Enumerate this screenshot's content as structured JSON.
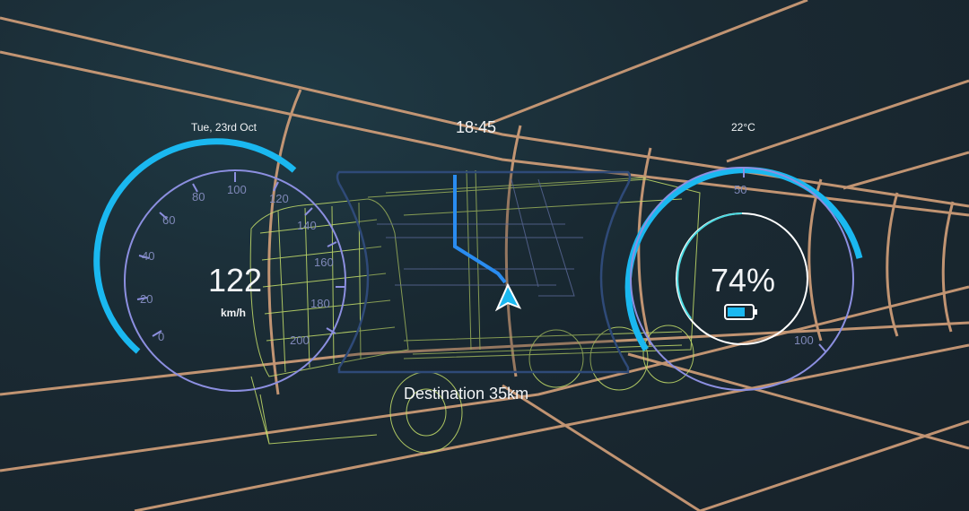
{
  "header": {
    "date": "Tue, 23rd Oct",
    "time": "18:45",
    "temperature": "22°C"
  },
  "speedometer": {
    "value": "122",
    "unit": "km/h",
    "tick_labels": [
      "0",
      "20",
      "40",
      "60",
      "80",
      "100",
      "120",
      "140",
      "160",
      "180",
      "200"
    ],
    "icon": "speedometer-gauge-icon"
  },
  "battery_gauge": {
    "value": "74%",
    "scale_labels": [
      "50",
      "100"
    ],
    "icon": "battery-icon",
    "level": 74
  },
  "navigation": {
    "destination": "Destination 35km",
    "icon": "navigation-arrow-icon"
  },
  "colors": {
    "accent_blue": "#1ab8f0",
    "gauge_ring": "#8c8fe0",
    "tunnel_grid": "#d9a37a",
    "truck_wireframe": "#c6e06a",
    "background": "#1a2a33",
    "route_blue": "#2a8cf0"
  }
}
